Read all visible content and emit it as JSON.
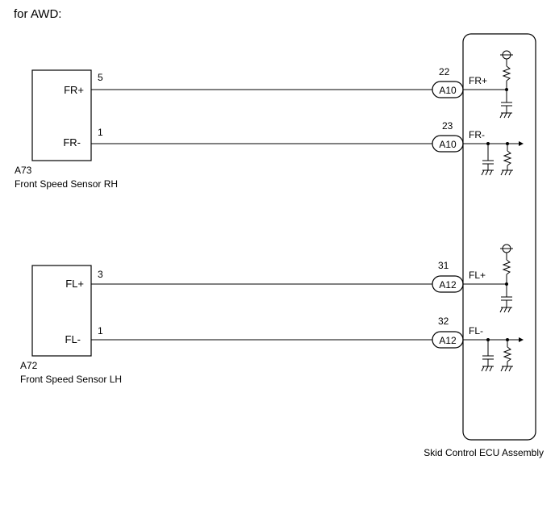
{
  "title": "for AWD:",
  "sensors": [
    {
      "id": "A73",
      "name": "Front Speed Sensor RH",
      "pins": [
        {
          "label": "FR+",
          "pin": "5",
          "connector": "A10",
          "ecu_pin": "22",
          "ecu_label": "FR+"
        },
        {
          "label": "FR-",
          "pin": "1",
          "connector": "A10",
          "ecu_pin": "23",
          "ecu_label": "FR-"
        }
      ]
    },
    {
      "id": "A72",
      "name": "Front Speed Sensor LH",
      "pins": [
        {
          "label": "FL+",
          "pin": "3",
          "connector": "A12",
          "ecu_pin": "31",
          "ecu_label": "FL+"
        },
        {
          "label": "FL-",
          "pin": "1",
          "connector": "A12",
          "ecu_pin": "32",
          "ecu_label": "FL-"
        }
      ]
    }
  ],
  "ecu": {
    "name": "Skid Control ECU Assembly"
  }
}
